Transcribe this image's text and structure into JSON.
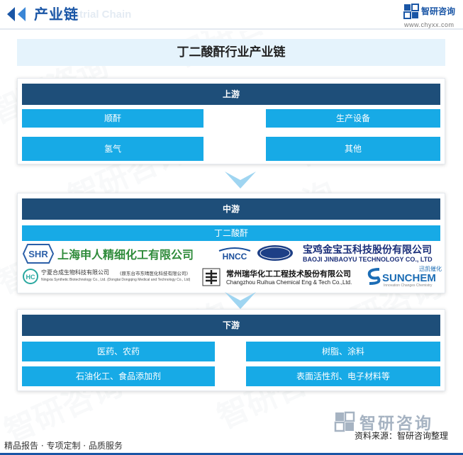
{
  "header": {
    "title": "产业链",
    "title_en": "Industrial Chain",
    "brand": "智研咨询",
    "url": "www.chyxx.com"
  },
  "watermark": "智研咨询",
  "diagram": {
    "title": "丁二酸酐行业产业链",
    "upstream": {
      "label": "上游",
      "items": [
        "顺酐",
        "生产设备",
        "氢气",
        "其他"
      ]
    },
    "midstream": {
      "label": "中游",
      "product": "丁二酸酐",
      "companies": [
        {
          "name": "上海申人精细化工有限公司",
          "abbr": "SHR"
        },
        {
          "name": "HNCC"
        },
        {
          "name": "宝鸡金宝玉科技股份有限公司",
          "name_en": "BAOJI JINBAOYU TECHNOLOGY CO., LTD"
        },
        {
          "name": "宁夏合成生物科技有限公司",
          "note": "(原东台市东晴医化科技有限公司)",
          "name_en": "Ningxia Synthetic Biotechnology Co., Ltd. (Dongtai Dongqing Medical and Technology Co., Ltd)"
        },
        {
          "name": "常州瑞华化工工程技术股份有限公司",
          "name_en": "Changzhou Ruihua Chemical Eng & Tech Co.,Ltd."
        },
        {
          "name": "SUNCHEM",
          "name_cn": "迅凯催化",
          "slogan": "Innovation Changes Chemistry"
        }
      ]
    },
    "downstream": {
      "label": "下游",
      "items": [
        "医药、农药",
        "树脂、涂料",
        "石油化工、食品添加剂",
        "表面活性剂、电子材料等"
      ]
    }
  },
  "footer": {
    "brand": "智研咨询",
    "source": "资料来源：智研咨询整理",
    "services": "精品报告 · 专项定制 · 品质服务"
  },
  "colors": {
    "primary": "#1a56a6",
    "bar": "#1e4e79",
    "box": "#17aae6",
    "banner": "#e5f3fc"
  }
}
